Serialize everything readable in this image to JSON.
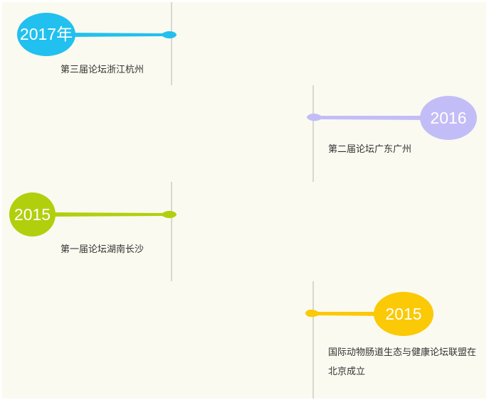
{
  "timeline": {
    "events": [
      {
        "year": "2017年",
        "caption": "第三届论坛浙江杭州",
        "color": "#22c0ee"
      },
      {
        "year": "2016",
        "caption": "第二届论坛广东广州",
        "color": "#c3bdf7"
      },
      {
        "year": "2015",
        "caption": "第一届论坛湖南长沙",
        "color": "#b2cf0d"
      },
      {
        "year": "2015",
        "caption": "国际动物肠道生态与健康论坛联盟在北京成立",
        "color": "#fbc906"
      }
    ]
  }
}
